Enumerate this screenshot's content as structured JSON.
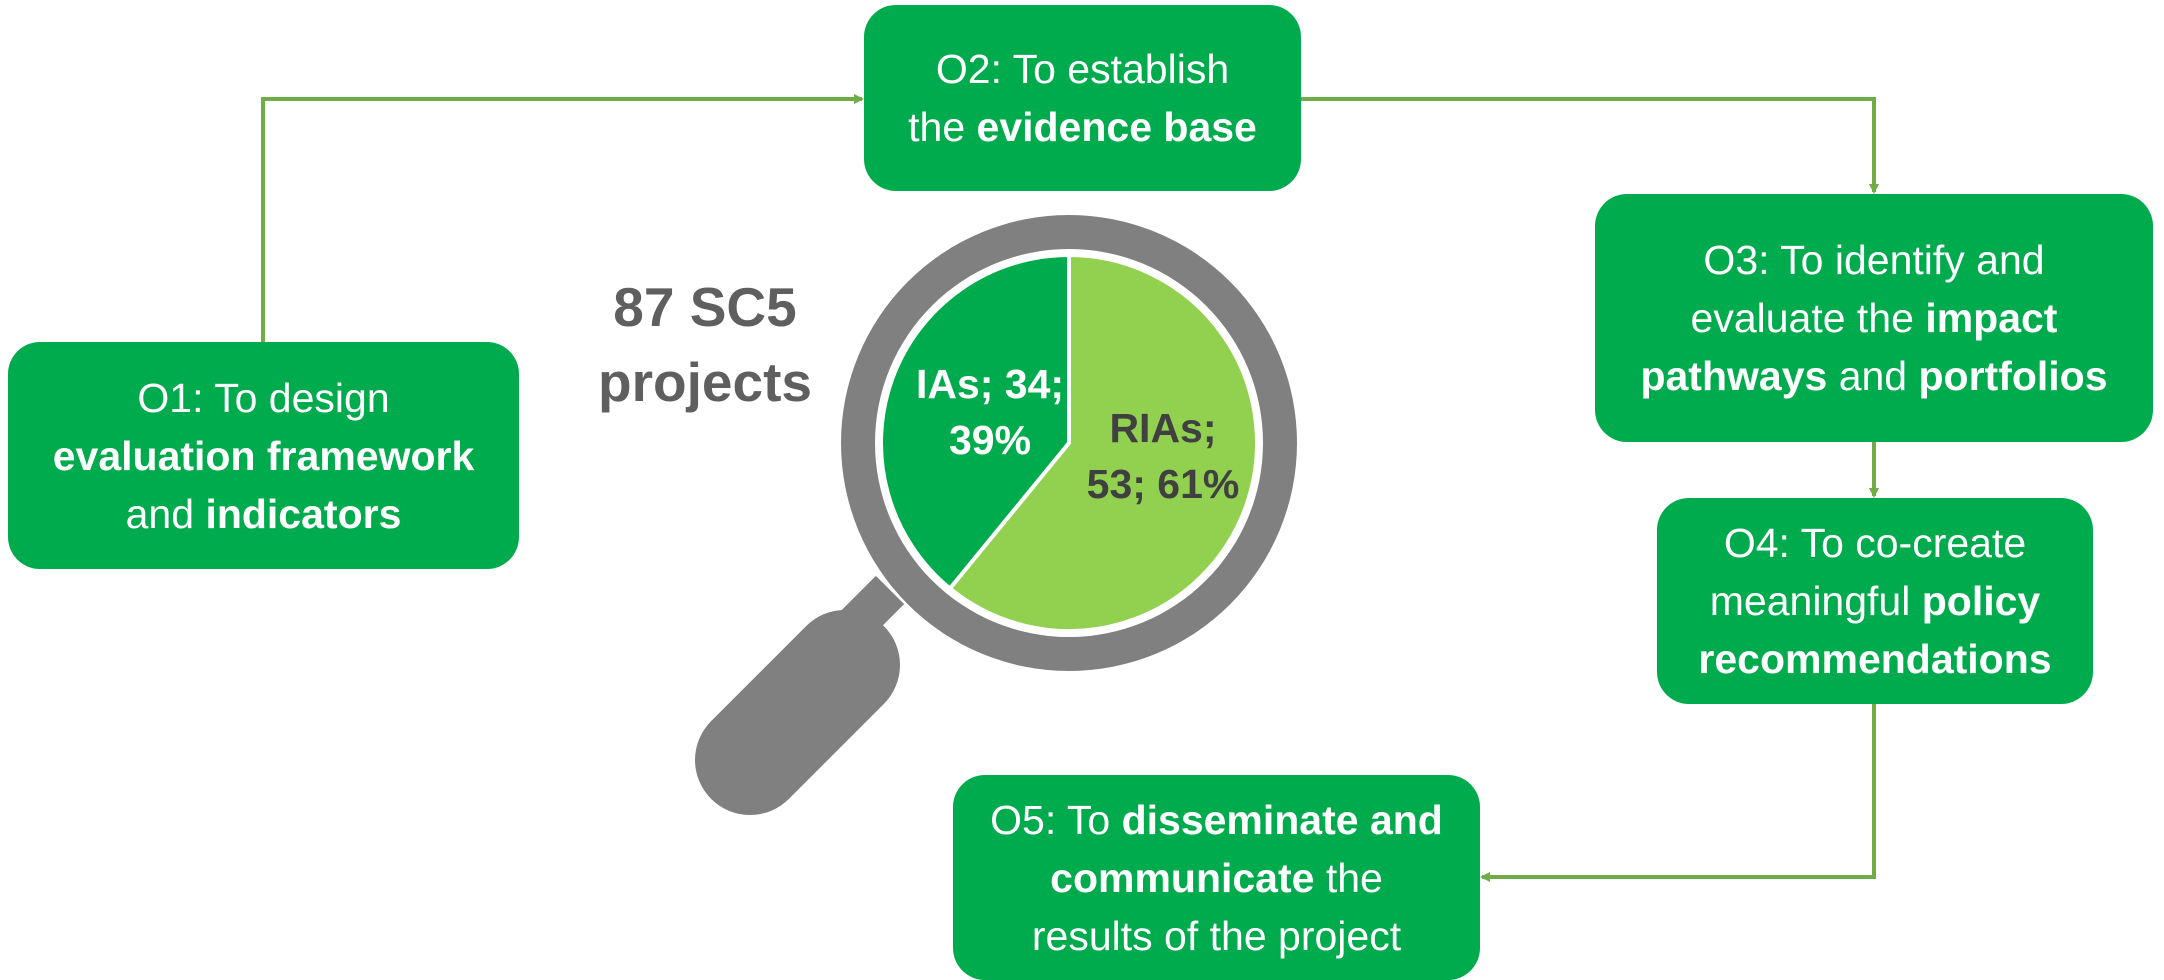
{
  "colors": {
    "box_fill": "#00AB4E",
    "box_text": "#FFFFFF",
    "connector": "#70AD47",
    "magnifier": "#808080",
    "ia_slice": "#00AB4E",
    "ria_slice": "#92D050",
    "title_text": "#5F5F5F",
    "ria_label_text": "#404040"
  },
  "objectives": {
    "o1": {
      "line1": {
        "pre": "O1: To design",
        "bold": ""
      },
      "line2": {
        "bold": "evaluation framework"
      },
      "line3": {
        "pre": "and ",
        "bold": "indicators"
      }
    },
    "o2": {
      "line1": {
        "pre": "O2: To establish"
      },
      "line2": {
        "pre": "the ",
        "bold": "evidence base"
      }
    },
    "o3": {
      "line1": {
        "pre": "O3: To identify and"
      },
      "line2": {
        "pre": "evaluate the ",
        "bold": "impact"
      },
      "line3": {
        "bold": "pathways",
        "mid": " and ",
        "bold2": "portfolios"
      }
    },
    "o4": {
      "line1": {
        "pre": "O4: To co-create"
      },
      "line2": {
        "pre": "meaningful ",
        "bold": "policy"
      },
      "line3": {
        "bold": "recommendations"
      }
    },
    "o5": {
      "line1": {
        "pre": "O5: To ",
        "bold": "disseminate and"
      },
      "line2": {
        "bold": "communicate",
        "post": " the"
      },
      "line3": {
        "pre": "results of the project"
      }
    }
  },
  "chart_data": {
    "type": "pie",
    "title_line1": "87 SC5",
    "title_line2": "projects",
    "total": 87,
    "slices": [
      {
        "name": "IAs",
        "value": 34,
        "percent": 39,
        "label_line1": "IAs; 34;",
        "label_line2": "39%",
        "color": "#00AB4E"
      },
      {
        "name": "RIAs",
        "value": 53,
        "percent": 61,
        "label_line1": "RIAs;",
        "label_line2": "53; 61%",
        "color": "#92D050"
      }
    ]
  }
}
